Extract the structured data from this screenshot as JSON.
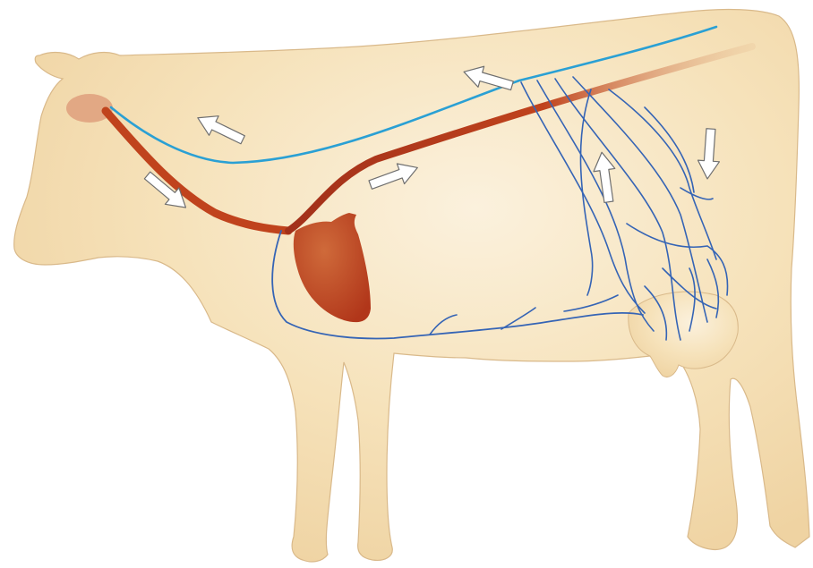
{
  "diagram": {
    "subject": "cow",
    "colors": {
      "background": "#ffffff",
      "body_fill_light": "#fbf1dd",
      "body_fill_mid": "#f6e2ba",
      "body_fill_edge": "#efd3a2",
      "body_outline": "#d9b98a",
      "artery": "#c0431d",
      "artery_dark": "#a2301a",
      "artery_fade": "#e2b487",
      "vein_back": "#2aa0d4",
      "vein_network": "#3564b5",
      "heart_dark": "#b1361a",
      "heart_light": "#cf6a3a",
      "brain": "#e2a884",
      "arrow_fill": "#ffffff",
      "arrow_stroke": "#6f6f6f"
    },
    "elements": [
      {
        "name": "cow-body",
        "kind": "silhouette"
      },
      {
        "name": "head-vessel-spot",
        "kind": "organ"
      },
      {
        "name": "heart",
        "kind": "organ"
      },
      {
        "name": "udder",
        "kind": "organ"
      },
      {
        "name": "artery-to-head",
        "kind": "vessel",
        "color_key": "artery"
      },
      {
        "name": "artery-to-udder",
        "kind": "vessel",
        "color_key": "artery"
      },
      {
        "name": "back-vein",
        "kind": "vessel",
        "color_key": "vein_back"
      },
      {
        "name": "milk-vein",
        "kind": "vessel",
        "color_key": "vein_network"
      },
      {
        "name": "udder-vein-network",
        "kind": "vessel",
        "color_key": "vein_network"
      }
    ],
    "flow_arrows": [
      {
        "name": "arrow-back-vein-forward",
        "direction": "left"
      },
      {
        "name": "arrow-neck-vein-forward",
        "direction": "up-left"
      },
      {
        "name": "arrow-artery-to-head",
        "direction": "down-right"
      },
      {
        "name": "arrow-artery-to-udder",
        "direction": "right"
      },
      {
        "name": "arrow-udder-veins-up",
        "direction": "up"
      },
      {
        "name": "arrow-udder-artery-down",
        "direction": "down"
      }
    ]
  }
}
